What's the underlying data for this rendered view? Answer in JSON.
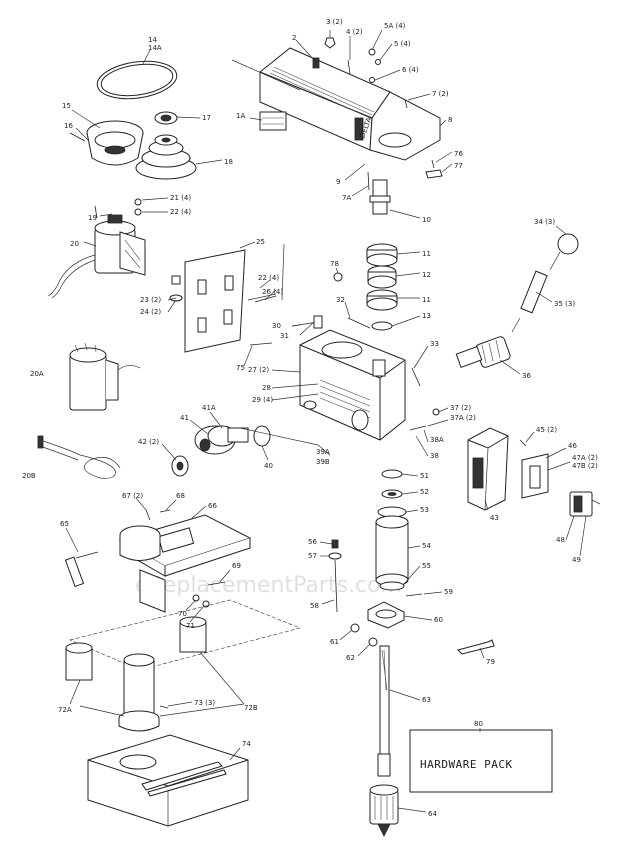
{
  "watermark": "eReplacementParts.com",
  "hardware_box_label": "HARDWARE PACK",
  "brand_mark": "DELTA",
  "labels": [
    {
      "id": "l-14",
      "text": "14"
    },
    {
      "id": "l-14a",
      "text": "14A"
    },
    {
      "id": "l-15",
      "text": "15"
    },
    {
      "id": "l-16",
      "text": "16"
    },
    {
      "id": "l-17",
      "text": "17"
    },
    {
      "id": "l-18",
      "text": "18"
    },
    {
      "id": "l-19",
      "text": "19"
    },
    {
      "id": "l-20",
      "text": "20"
    },
    {
      "id": "l-21",
      "text": "21 (4)"
    },
    {
      "id": "l-22",
      "text": "22 (4)"
    },
    {
      "id": "l-23",
      "text": "23 (2)"
    },
    {
      "id": "l-24",
      "text": "24 (2)"
    },
    {
      "id": "l-25",
      "text": "25"
    },
    {
      "id": "l-22b",
      "text": "22 (4)"
    },
    {
      "id": "l-26",
      "text": "26 (4)"
    },
    {
      "id": "l-20a",
      "text": "20A"
    },
    {
      "id": "l-20b",
      "text": "20B"
    },
    {
      "id": "l-2",
      "text": "2"
    },
    {
      "id": "l-3",
      "text": "3 (2)"
    },
    {
      "id": "l-4",
      "text": "4 (2)"
    },
    {
      "id": "l-5a",
      "text": "5A (4)"
    },
    {
      "id": "l-5",
      "text": "5 (4)"
    },
    {
      "id": "l-6",
      "text": "6 (4)"
    },
    {
      "id": "l-7",
      "text": "7 (2)"
    },
    {
      "id": "l-1a",
      "text": "1A"
    },
    {
      "id": "l-8",
      "text": "8"
    },
    {
      "id": "l-9",
      "text": "9"
    },
    {
      "id": "l-7a",
      "text": "7A"
    },
    {
      "id": "l-76",
      "text": "76"
    },
    {
      "id": "l-77",
      "text": "77"
    },
    {
      "id": "l-10",
      "text": "10"
    },
    {
      "id": "l-11",
      "text": "11"
    },
    {
      "id": "l-12",
      "text": "12"
    },
    {
      "id": "l-11b",
      "text": "11"
    },
    {
      "id": "l-13",
      "text": "13"
    },
    {
      "id": "l-78",
      "text": "78"
    },
    {
      "id": "l-32",
      "text": "32"
    },
    {
      "id": "l-30",
      "text": "30"
    },
    {
      "id": "l-31",
      "text": "31"
    },
    {
      "id": "l-33",
      "text": "33"
    },
    {
      "id": "l-34",
      "text": "34 (3)"
    },
    {
      "id": "l-35",
      "text": "35 (3)"
    },
    {
      "id": "l-36",
      "text": "36"
    },
    {
      "id": "l-75",
      "text": "75"
    },
    {
      "id": "l-27",
      "text": "27 (2)"
    },
    {
      "id": "l-28",
      "text": "28"
    },
    {
      "id": "l-29",
      "text": "29 (4)"
    },
    {
      "id": "l-41a",
      "text": "41A"
    },
    {
      "id": "l-41",
      "text": "41"
    },
    {
      "id": "l-42",
      "text": "42 (2)"
    },
    {
      "id": "l-40",
      "text": "40"
    },
    {
      "id": "l-39a",
      "text": "39A"
    },
    {
      "id": "l-39b",
      "text": "39B"
    },
    {
      "id": "l-37",
      "text": "37 (2)"
    },
    {
      "id": "l-37a",
      "text": "37A (2)"
    },
    {
      "id": "l-38a",
      "text": "38A"
    },
    {
      "id": "l-38",
      "text": "38"
    },
    {
      "id": "l-45",
      "text": "45 (2)"
    },
    {
      "id": "l-46",
      "text": "46"
    },
    {
      "id": "l-47a",
      "text": "47A (2)"
    },
    {
      "id": "l-47b",
      "text": "47B (2)"
    },
    {
      "id": "l-43",
      "text": "43"
    },
    {
      "id": "l-48",
      "text": "48"
    },
    {
      "id": "l-49",
      "text": "49"
    },
    {
      "id": "l-51",
      "text": "51"
    },
    {
      "id": "l-52",
      "text": "52"
    },
    {
      "id": "l-53",
      "text": "53"
    },
    {
      "id": "l-54",
      "text": "54"
    },
    {
      "id": "l-55",
      "text": "55"
    },
    {
      "id": "l-56",
      "text": "56"
    },
    {
      "id": "l-57",
      "text": "57"
    },
    {
      "id": "l-58",
      "text": "58"
    },
    {
      "id": "l-59",
      "text": "59"
    },
    {
      "id": "l-60",
      "text": "60"
    },
    {
      "id": "l-61",
      "text": "61"
    },
    {
      "id": "l-62",
      "text": "62"
    },
    {
      "id": "l-63",
      "text": "63"
    },
    {
      "id": "l-64",
      "text": "64"
    },
    {
      "id": "l-79",
      "text": "79"
    },
    {
      "id": "l-80",
      "text": "80"
    },
    {
      "id": "l-67",
      "text": "67 (2)"
    },
    {
      "id": "l-68",
      "text": "68"
    },
    {
      "id": "l-66",
      "text": "66"
    },
    {
      "id": "l-65",
      "text": "65"
    },
    {
      "id": "l-69",
      "text": "69"
    },
    {
      "id": "l-70",
      "text": "70"
    },
    {
      "id": "l-71",
      "text": "71"
    },
    {
      "id": "l-72a",
      "text": "72A"
    },
    {
      "id": "l-72b",
      "text": "72B"
    },
    {
      "id": "l-73",
      "text": "73 (3)"
    },
    {
      "id": "l-74",
      "text": "74"
    }
  ]
}
